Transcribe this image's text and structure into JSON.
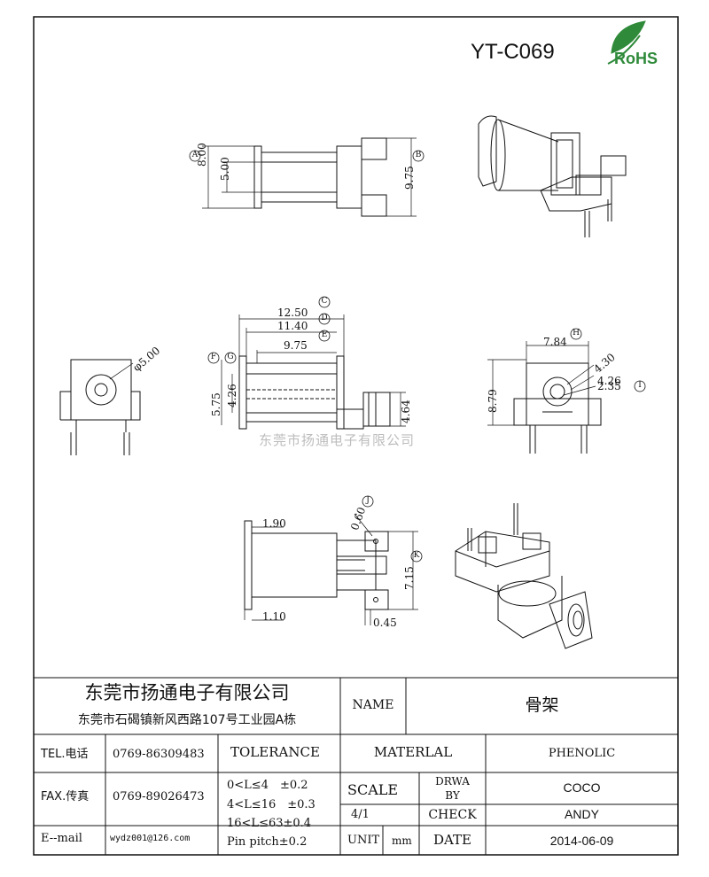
{
  "part_number": "YT-C069",
  "rohs_label": "RoHS",
  "watermark": "东莞市扬通电子有限公司",
  "views": {
    "top": {
      "dims": [
        "8.00",
        "5.00",
        "9.75"
      ],
      "markers": [
        "A",
        "B"
      ]
    },
    "front": {
      "dims": [
        "12.50",
        "11.40",
        "9.75",
        "5.75",
        "4.26",
        "4.64"
      ],
      "markers": [
        "C",
        "D",
        "E",
        "F",
        "G"
      ]
    },
    "left_end": {
      "dims": [
        "φ5.00"
      ]
    },
    "right_end": {
      "dims": [
        "7.84",
        "8.79",
        "4.30",
        "4.26",
        "2.35"
      ],
      "markers": [
        "H",
        "I"
      ]
    },
    "bottom": {
      "dims": [
        "1.90",
        "1.10",
        "0.60",
        "7.15",
        "0.45"
      ],
      "markers": [
        "J",
        "K"
      ]
    }
  },
  "title_block": {
    "company_name": "东莞市扬通电子有限公司",
    "company_address": "东莞市石碣镇新风西路107号工业园A栋",
    "name_label": "NAME",
    "name_value": "骨架",
    "tel_label": "TEL.电话",
    "tel_value": "0769-86309483",
    "fax_label": "FAX.传真",
    "fax_value": "0769-89026473",
    "email_label": "E--mail",
    "email_value": "wydz001@126.com",
    "tolerance_label": "TOLERANCE",
    "tolerance_lines": [
      "0<L≤4　±0.2",
      "4<L≤16　±0.3",
      "16<L≤63±0.4",
      "Pin pitch±0.2"
    ],
    "material_label": "MATERLAL",
    "material_value": "PHENOLIC",
    "scale_label": "SCALE",
    "scale_value": "4/1",
    "drawn_label_1": "DRWA",
    "drawn_label_2": "BY",
    "drawn_value": "COCO",
    "check_label": "CHECK",
    "check_value": "ANDY",
    "unit_label": "UNIT",
    "unit_value": "mm",
    "date_label": "DATE",
    "date_value": "2014-06-09"
  }
}
